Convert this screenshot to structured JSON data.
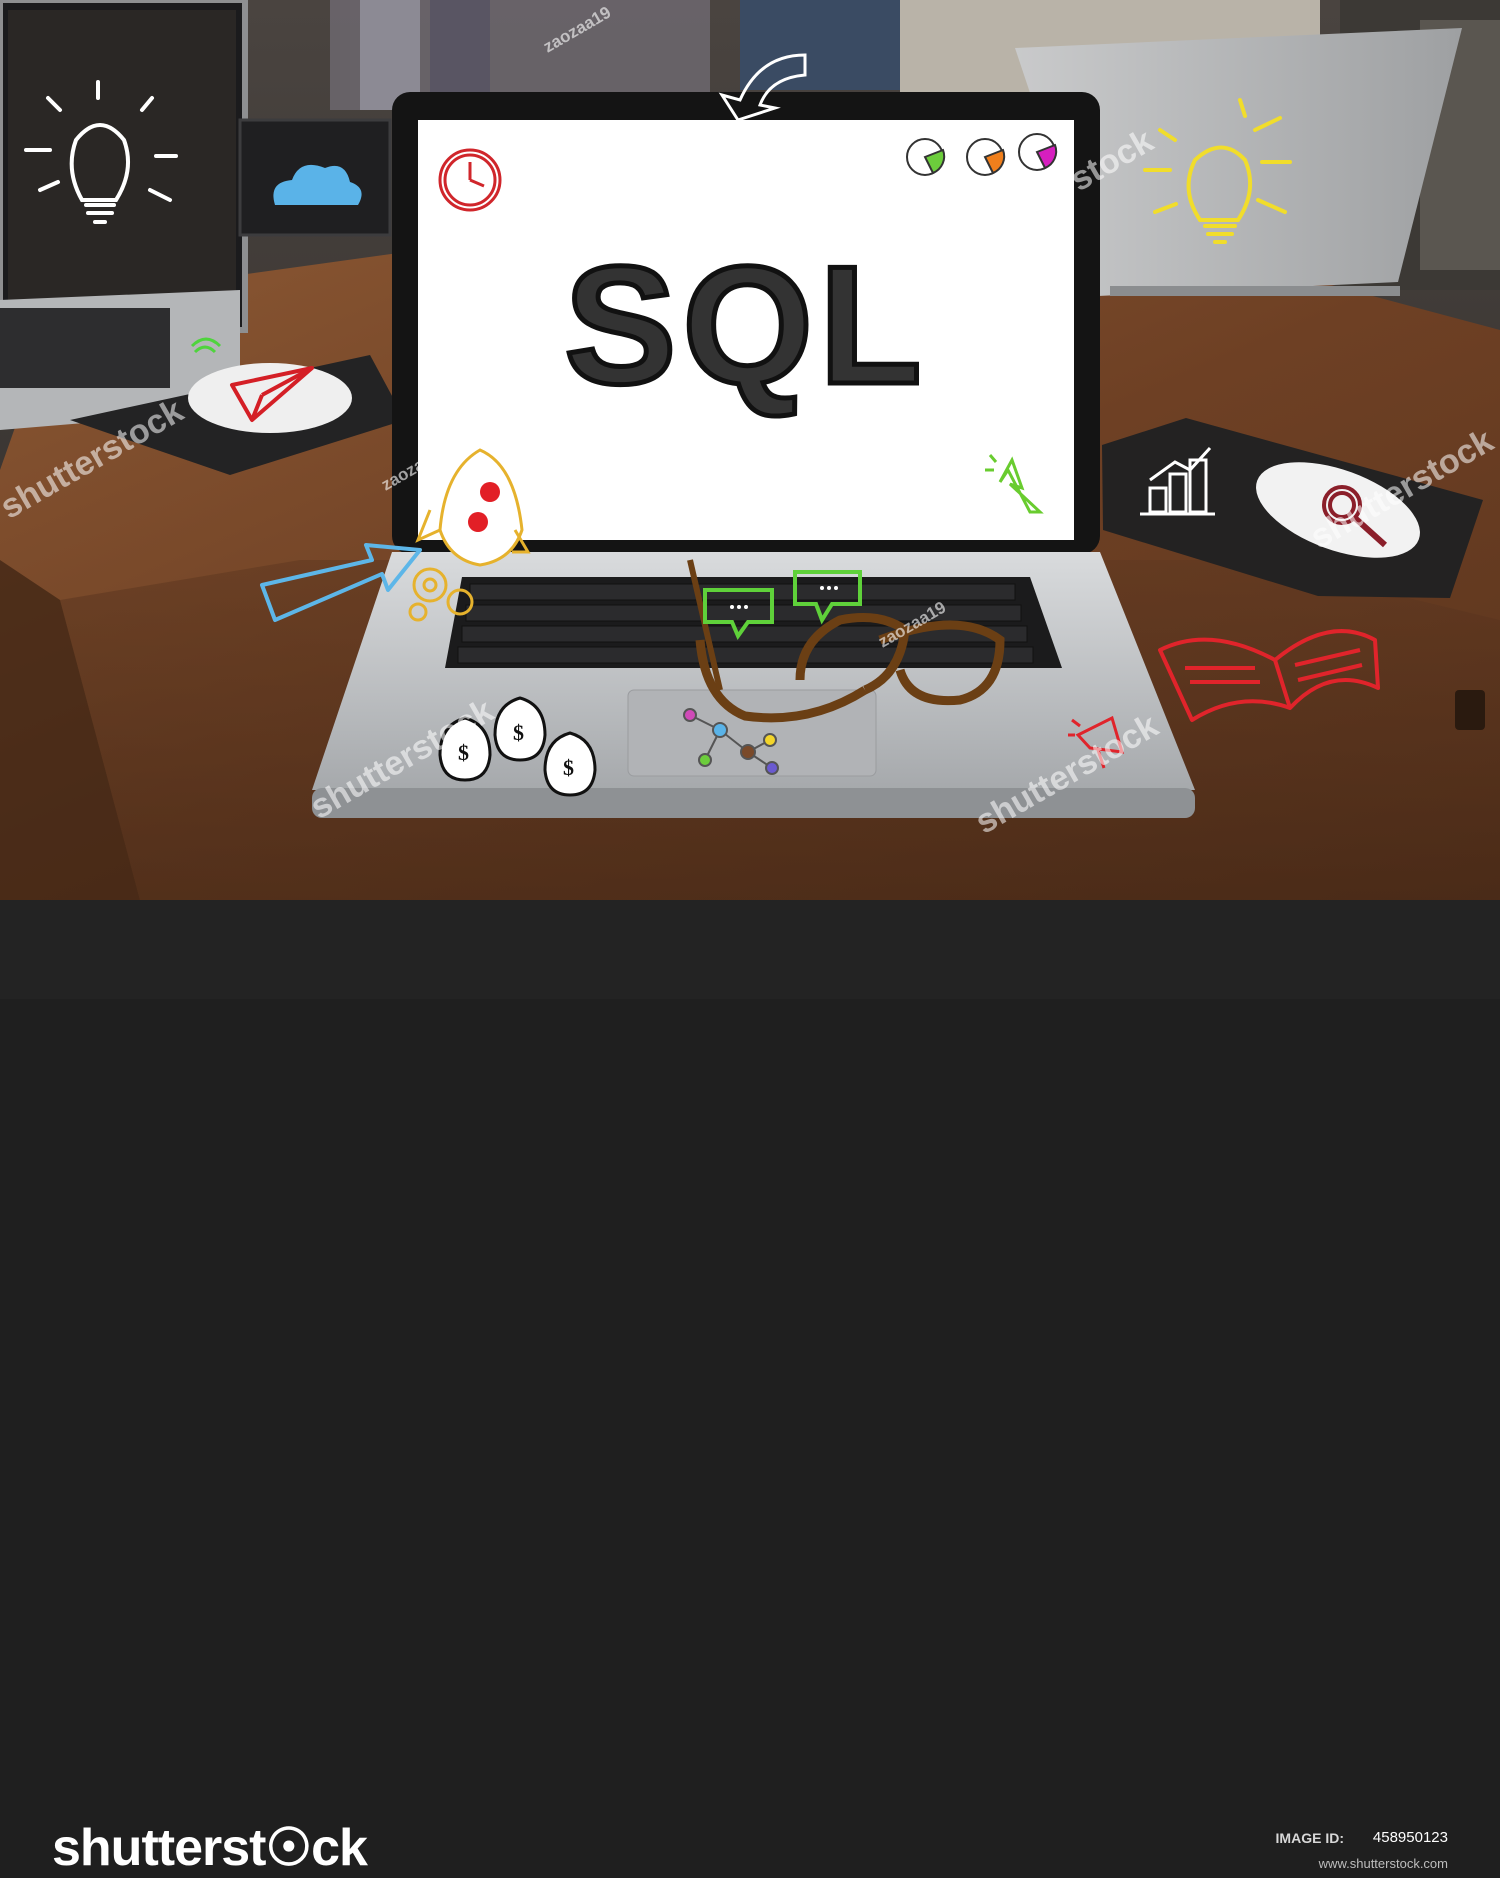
{
  "screen": {
    "headline": "SQL"
  },
  "watermark": {
    "brand": "shutterstock",
    "contributor": "zaozaa19"
  },
  "footer": {
    "logo_text": "shutterst☉ck",
    "image_id_label": "IMAGE ID:",
    "image_id_value": "458950123",
    "site_url": "www.shutterstock.com"
  },
  "colors": {
    "footer_bg": "#232323",
    "desk_wood": "#7a4a2a",
    "laptop_silver": "#bfc1c3",
    "doodle_red": "#d0262b",
    "doodle_yellow": "#f1dd2b",
    "doodle_blue": "#5fb4e6",
    "doodle_green": "#5fd13a"
  },
  "icons": [
    "lightbulb-icon",
    "cloud-icon",
    "paper-plane-icon",
    "clock-icon",
    "pie-chart-icon",
    "arrow-icon",
    "rocket-icon",
    "gears-icon",
    "pointer-arrow-icon",
    "speech-bubble-icon",
    "money-bag-icon",
    "network-icon",
    "bar-chart-icon",
    "magnifier-icon",
    "open-book-icon",
    "megaphone-icon",
    "cursor-icon",
    "wifi-icon"
  ]
}
